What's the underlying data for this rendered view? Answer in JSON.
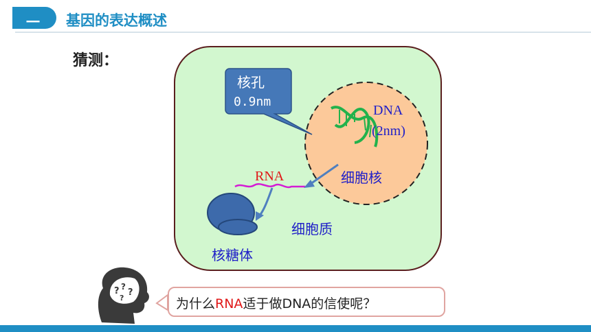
{
  "header": {
    "section_number": "一",
    "title": "基因的表达概述"
  },
  "guess_label": "猜测：",
  "diagram": {
    "pore_callout": {
      "line1": "核孔",
      "line2": "0.9nm"
    },
    "dna_label": "DNA",
    "dna_size": "(2nm)",
    "nucleus_label": "细胞核",
    "rna_label": "RNA",
    "cytoplasm_label": "细胞质",
    "ribosome_label": "核糖体"
  },
  "question": {
    "part1": "为什么",
    "highlight": "RNA",
    "part2": "适于做DNA的信使呢？"
  },
  "colors": {
    "accent": "#1f8ec4",
    "cell_fill": "#d2f7cf",
    "nucleus_fill": "#fcc99a",
    "label_blue": "#2020c8",
    "rna_red": "#e01818"
  },
  "icons": [
    "thinking-head-icon",
    "dna-helix-icon",
    "ribosome-icon"
  ]
}
